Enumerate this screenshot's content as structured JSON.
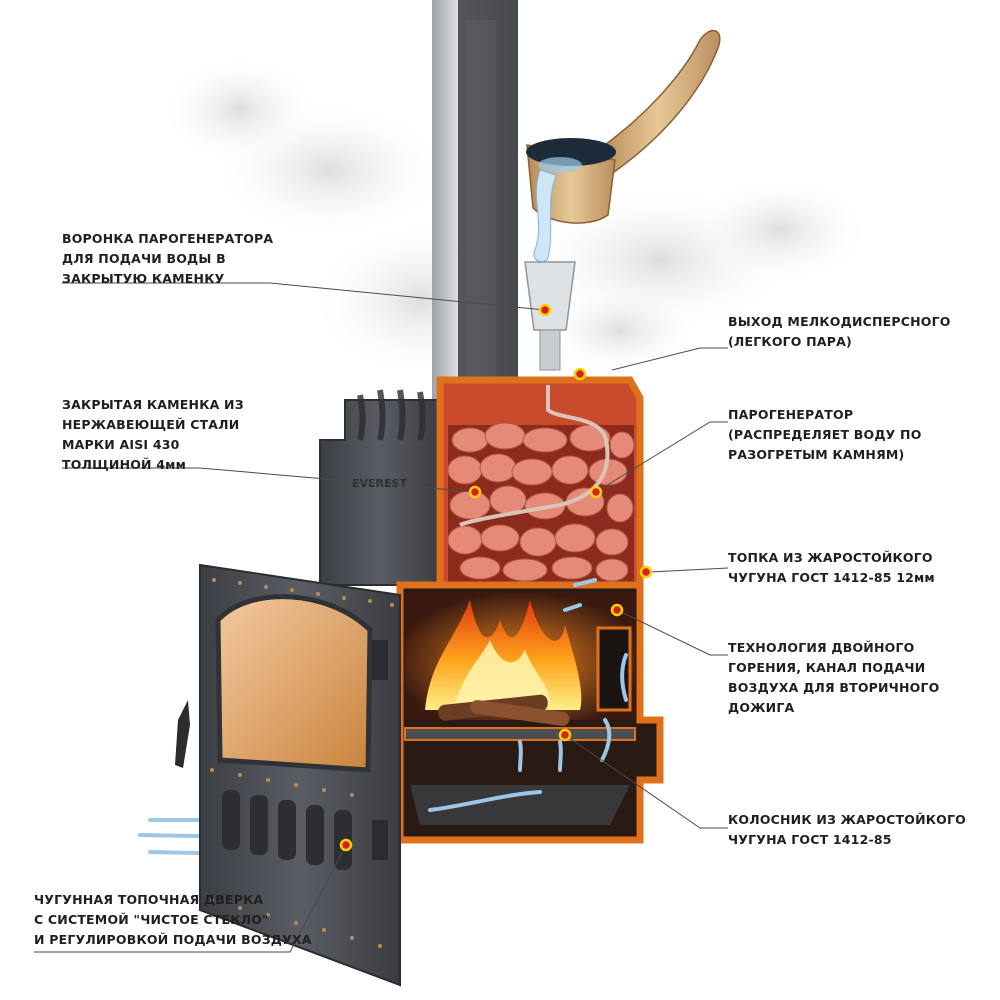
{
  "callouts": {
    "funnel": [
      "ВОРОНКА ПАРОГЕНЕРАТОРА",
      "ДЛЯ ПОДАЧИ ВОДЫ В",
      "ЗАКРЫТУЮ КАМЕНКУ"
    ],
    "stones": [
      "ЗАКРЫТАЯ КАМЕНКА ИЗ",
      "НЕРЖАВЕЮЩЕЙ СТАЛИ",
      "МАРКИ AISI 430",
      "ТОЛЩИНОЙ 4мм"
    ],
    "door": [
      "ЧУГУННАЯ ТОПОЧНАЯ ДВЕРКА",
      "С СИСТЕМОЙ \"ЧИСТОЕ СТЕКЛО\"",
      "И РЕГУЛИРОВКОЙ ПОДАЧИ ВОЗДУХА"
    ],
    "steam_outlet": [
      "ВЫХОД МЕЛКОДИСПЕРСНОГО",
      "(ЛЕГКОГО ПАРА)"
    ],
    "steam_generator": [
      "ПАРОГЕНЕРАТОР",
      "(РАСПРЕДЕЛЯЕТ ВОДУ ПО",
      "РАЗОГРЕТЫМ КАМНЯМ)"
    ],
    "firebox": [
      "ТОПКА ИЗ ЖАРОСТОЙКОГО",
      "ЧУГУНА ГОСТ 1412-85  12мм"
    ],
    "dual_combustion": [
      "ТЕХНОЛОГИЯ ДВОЙНОГО",
      "ГОРЕНИЯ, КАНАЛ ПОДАЧИ",
      "ВОЗДУХА ДЛЯ ВТОРИЧНОГО",
      "ДОЖИГА"
    ],
    "grate": [
      "КОЛОСНИК ИЗ ЖАРОСТОЙКОГО",
      "ЧУГУНА ГОСТ 1412-85"
    ]
  },
  "brand_text": "EVEREST",
  "colors": {
    "cutaway_orange": "#e0701c",
    "cast_iron": "#4a4d52",
    "stones": "#e58a78",
    "flame": "#ff9a1a",
    "marker": "#d4202a",
    "air_arrow": "#9cc7e8"
  }
}
